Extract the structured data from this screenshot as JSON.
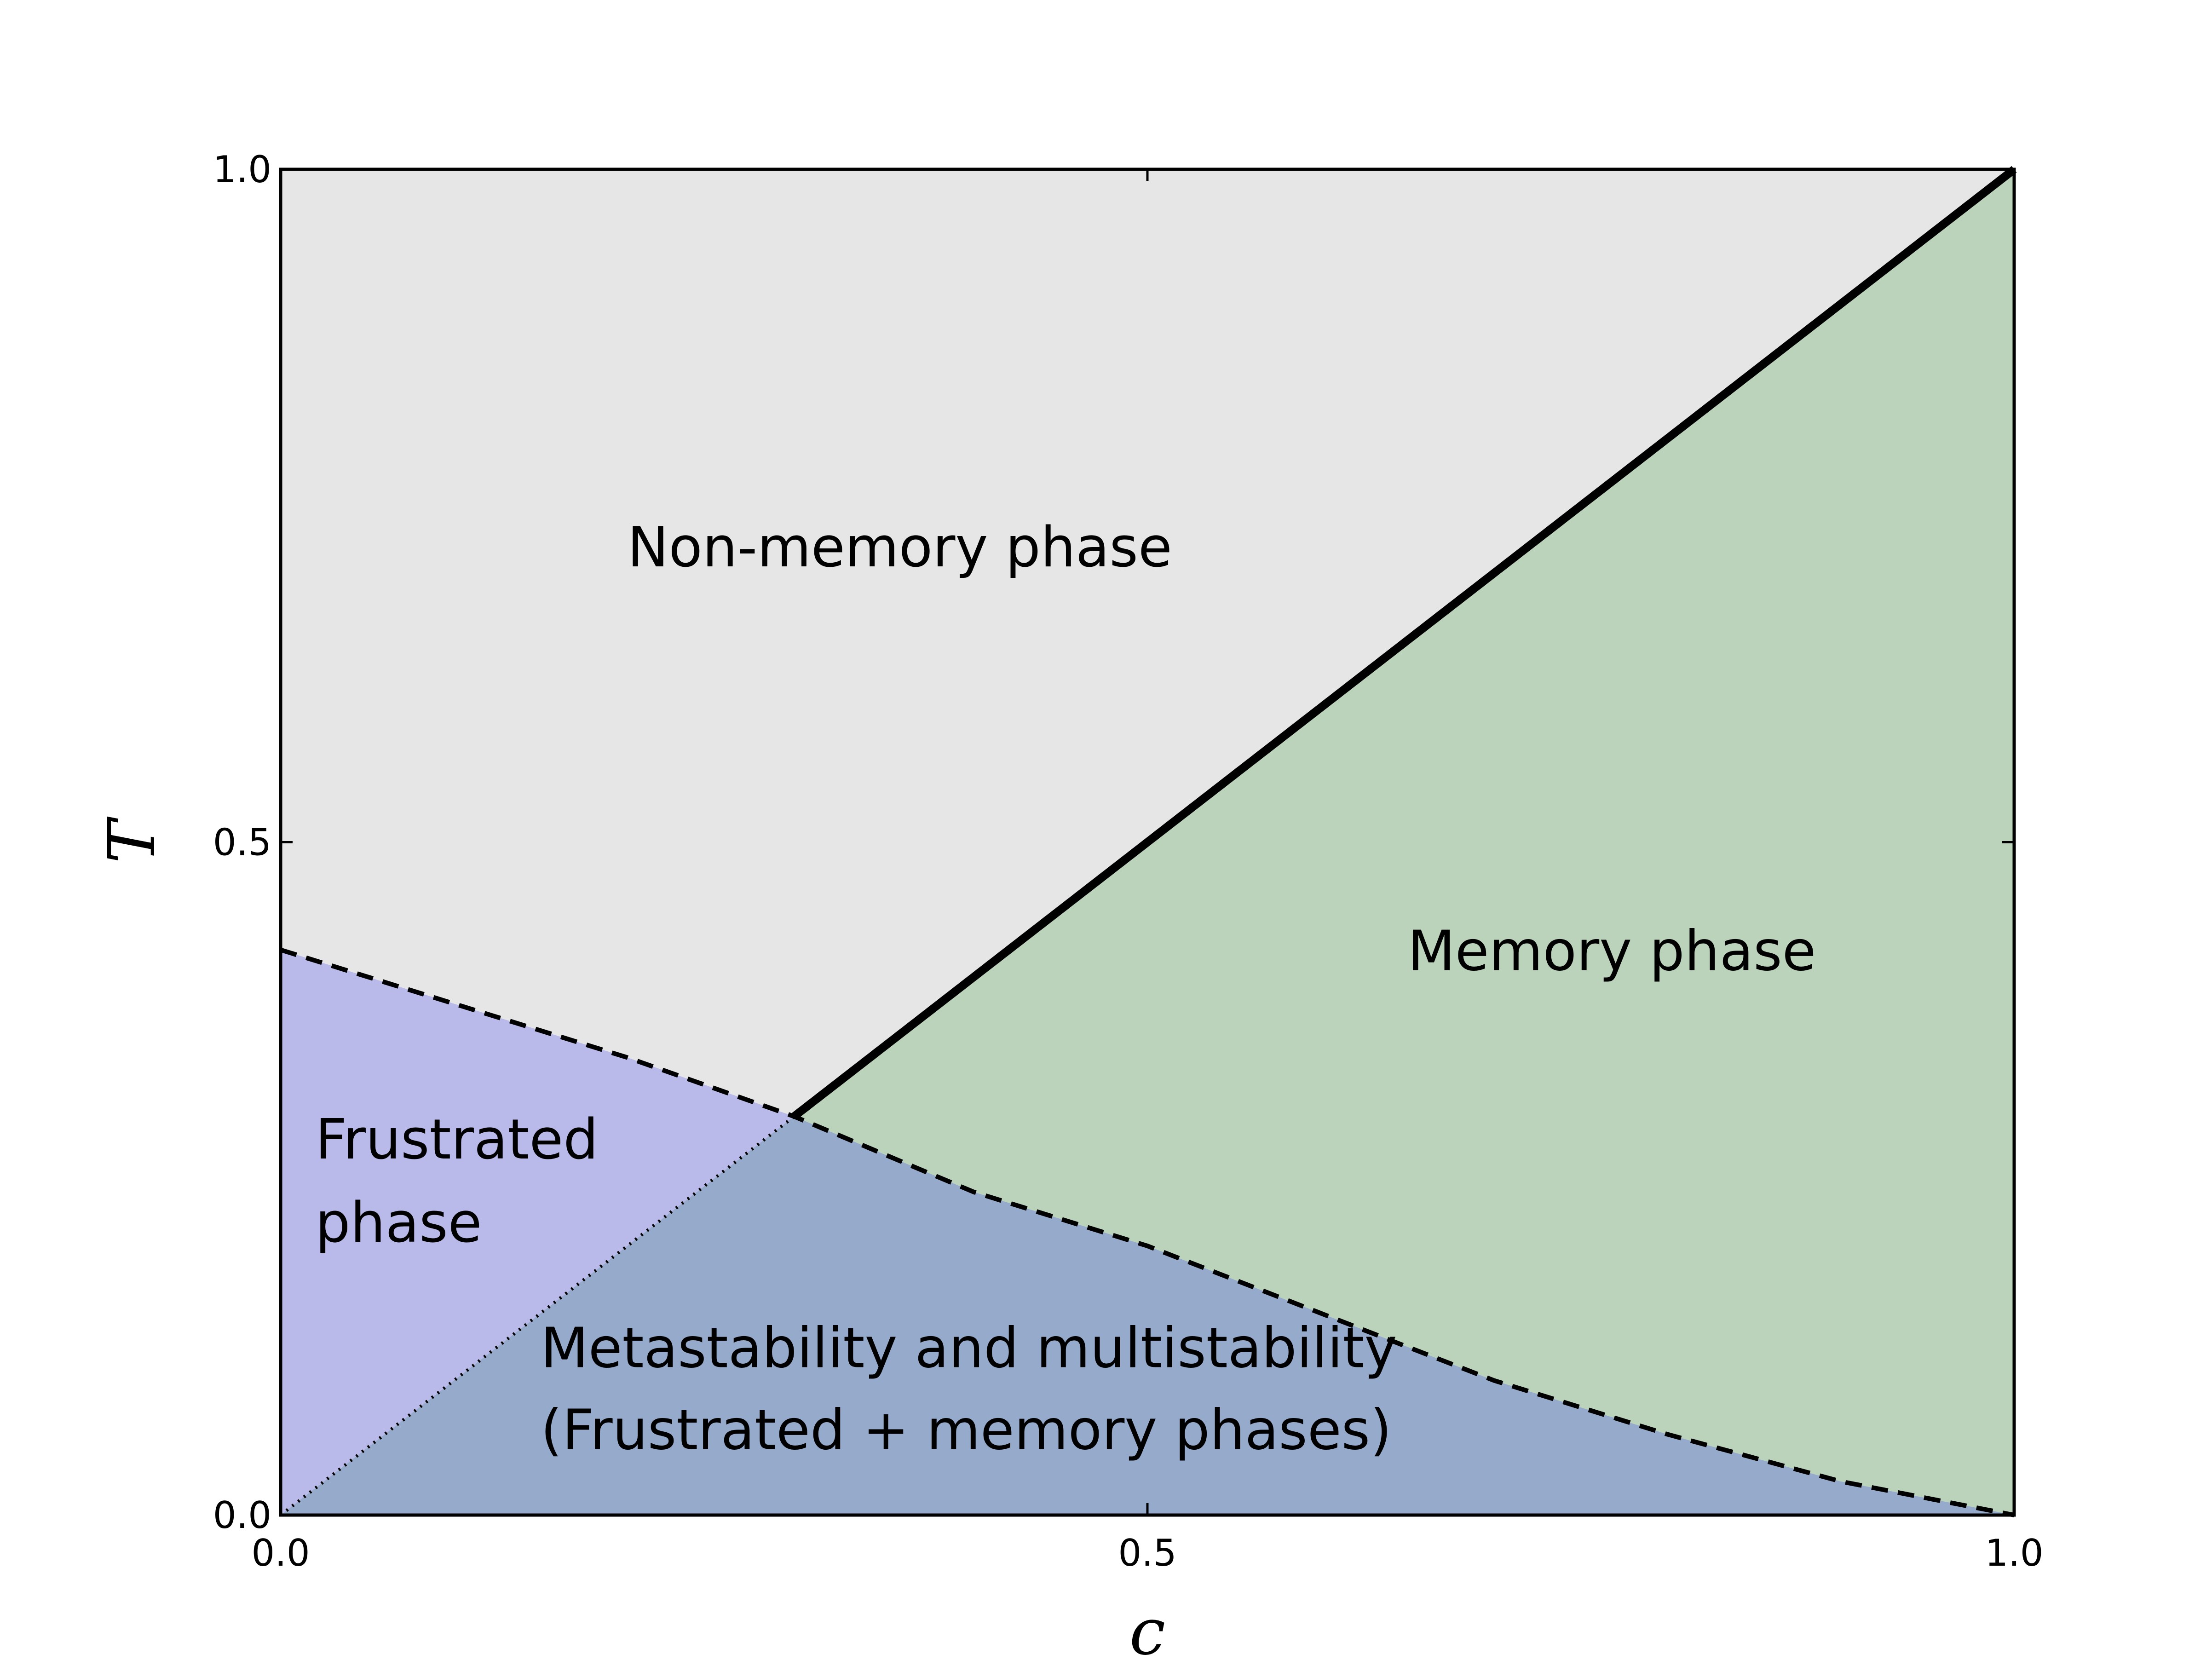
{
  "chart_data": {
    "type": "area",
    "xlabel": "c",
    "ylabel": "T",
    "xlim": [
      0.0,
      1.0
    ],
    "ylim": [
      0.0,
      1.0
    ],
    "x_ticks": [
      "0.0",
      "0.5",
      "1.0"
    ],
    "y_ticks": [
      "0.0",
      "0.5",
      "1.0"
    ],
    "grid": false,
    "colors": {
      "non_memory": "#e6e6e6",
      "memory": "#bcd3bb",
      "frustrated": "#b9b9ea",
      "metastable": "#96aacb",
      "line": "#000000"
    },
    "boundaries": {
      "memory_transition": {
        "style": "solid",
        "x": [
          0.2962,
          1.0
        ],
        "y": [
          0.2962,
          1.0
        ]
      },
      "frustrated_transition": {
        "style": "dashed",
        "x": [
          0.0,
          0.1,
          0.2,
          0.2962,
          0.4,
          0.5,
          0.6,
          0.7,
          0.8,
          0.9,
          1.0
        ],
        "y": [
          0.42,
          0.38,
          0.34,
          0.2962,
          0.24,
          0.2,
          0.15,
          0.1,
          0.06,
          0.025,
          0.0
        ]
      },
      "metastability_edge": {
        "style": "dotted",
        "x": [
          0.0,
          0.2962
        ],
        "y": [
          0.0,
          0.2962
        ]
      }
    },
    "regions": [
      {
        "name": "Non-memory phase",
        "lines": [
          "Non-memory phase"
        ]
      },
      {
        "name": "Memory phase",
        "lines": [
          "Memory phase"
        ]
      },
      {
        "name": "Frustrated phase",
        "lines": [
          "Frustrated",
          "phase"
        ]
      },
      {
        "name": "Metastability and multistability",
        "lines": [
          "Metastability and multistability",
          "(Frustrated + memory phases)"
        ]
      }
    ]
  }
}
